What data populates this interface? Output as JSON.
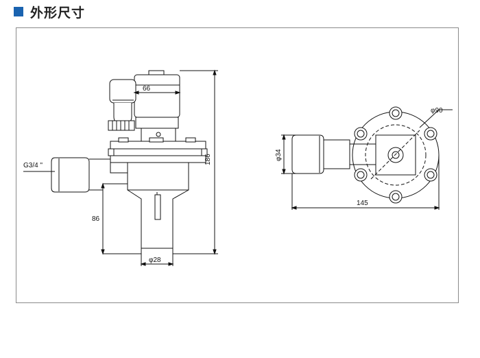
{
  "header": {
    "title": "外形尺寸",
    "accent_color": "#1a63b0"
  },
  "drawing": {
    "front_view": {
      "dim_width_top": "66",
      "dim_total_height": "186",
      "dim_lower_height": "86",
      "dim_outlet_dia": "φ28",
      "inlet_thread": "G3/4 \""
    },
    "side_view": {
      "dim_flange_dia": "φ90",
      "dim_inlet_dia": "φ34",
      "dim_total_length": "145"
    }
  }
}
